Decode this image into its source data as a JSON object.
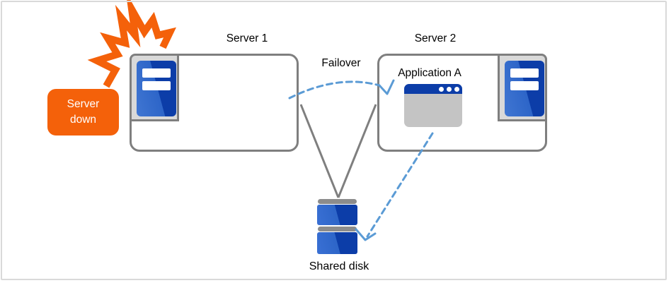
{
  "nodes": {
    "server1": {
      "label": "Server 1",
      "icon": "server-tower-icon"
    },
    "server2": {
      "label": "Server 2",
      "icon": "server-tower-icon"
    },
    "application": {
      "label": "Application A",
      "icon": "app-window-icon"
    },
    "shared_disk": {
      "label": "Shared disk",
      "icon": "disk-stack-icon"
    }
  },
  "badge": {
    "text": "Server down",
    "color": "#f4610a"
  },
  "edges": {
    "failover": {
      "label": "Failover",
      "from": "server1",
      "to": "server2",
      "style": "dashed-arrow"
    },
    "app_to_disk": {
      "from": "application",
      "to": "shared_disk",
      "style": "dashed-arrow"
    },
    "server1_to_disk": {
      "from": "server1",
      "to": "shared_disk",
      "style": "solid-line"
    },
    "server2_to_disk": {
      "from": "server2",
      "to": "shared_disk",
      "style": "solid-line"
    }
  },
  "icons": {
    "burst": "explosion-burst-icon",
    "server": "server-tower-icon",
    "window": "app-window-icon",
    "disk": "disk-stack-icon"
  },
  "colors": {
    "accent_orange": "#f4610a",
    "server_blue": "#2d65c8",
    "server_blue_dark": "#0c3da8",
    "dashed_arrow_blue": "#5b9bd5",
    "box_border_gray": "#7f7f7f",
    "panel_gray": "#d9d9d9",
    "window_body_gray": "#c4c4c4",
    "disk_cap_gray": "#8c8c8c",
    "canvas_border_gray": "#d9d9d9",
    "text_black": "#000000",
    "text_white": "#ffffff"
  }
}
